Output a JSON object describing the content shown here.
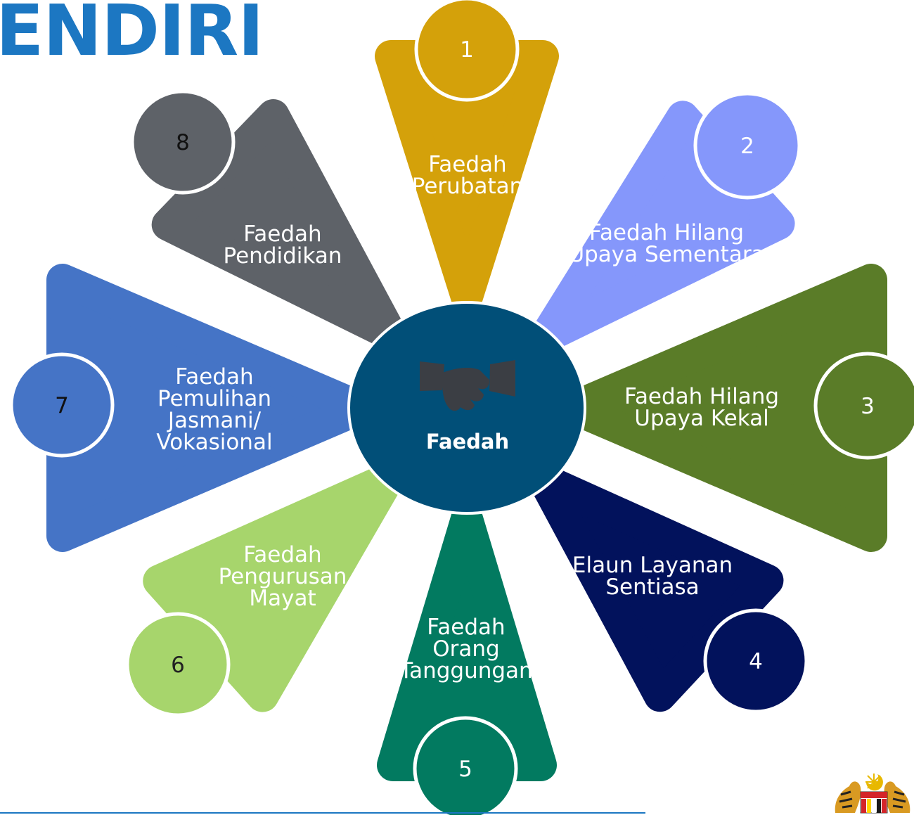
{
  "title": "ENDIRI",
  "center": {
    "label": "Faedah",
    "icon": "handshake-icon"
  },
  "items": [
    {
      "number": "1",
      "lines": [
        "Faedah",
        "Perubatan"
      ],
      "color": "#d4a10a",
      "number_color": "#ffffff"
    },
    {
      "number": "2",
      "lines": [
        "Faedah Hilang",
        "Upaya Sementara"
      ],
      "color": "#8597fb",
      "number_color": "#ffffff"
    },
    {
      "number": "3",
      "lines": [
        "Faedah Hilang",
        "Upaya Kekal"
      ],
      "color": "#5a7c28",
      "number_color": "#ffffff"
    },
    {
      "number": "4",
      "lines": [
        "Elaun Layanan",
        "Sentiasa"
      ],
      "color": "#02125c",
      "number_color": "#ffffff"
    },
    {
      "number": "5",
      "lines": [
        "Faedah",
        "Orang",
        "Tanggungan"
      ],
      "color": "#027a60",
      "number_color": "#ffffff"
    },
    {
      "number": "6",
      "lines": [
        "Faedah",
        "Pengurusan",
        "Mayat"
      ],
      "color": "#a7d56c",
      "number_color": "#222222"
    },
    {
      "number": "7",
      "lines": [
        "Faedah",
        "Pemulihan",
        "Jasmani/",
        "Vokasional"
      ],
      "color": "#4574c6",
      "number_color": "#111111"
    },
    {
      "number": "8",
      "lines": [
        "Faedah",
        "Pendidikan"
      ],
      "color": "#5e6268",
      "number_color": "#111111"
    }
  ],
  "colors": {
    "title": "#1c77c2",
    "center": "#014f78",
    "rule": "#1c77c2"
  },
  "crest": "malaysia-coat-of-arms-logo"
}
